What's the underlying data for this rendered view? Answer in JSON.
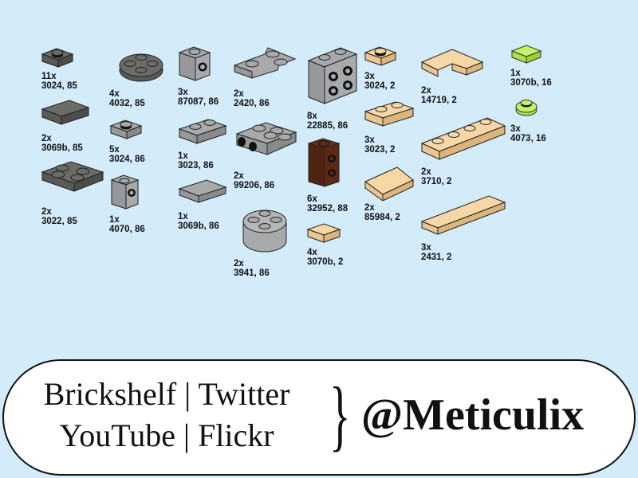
{
  "colors": {
    "background": "#d4ebfa",
    "dark_bluish_gray_85": "#6b6b67",
    "light_bluish_gray_86": "#a7a9ab",
    "tan_2": "#f6d7a6",
    "reddish_brown_88": "#5c2a14",
    "trans_bright_green_16": "#c4f26a"
  },
  "parts": [
    {
      "qty": "11x",
      "id": "3024, 85",
      "shape": "plate-1x1",
      "color": "dark_bluish_gray_85"
    },
    {
      "qty": "2x",
      "id": "3069b, 85",
      "shape": "tile-1x2",
      "color": "dark_bluish_gray_85"
    },
    {
      "qty": "2x",
      "id": "3022, 85",
      "shape": "plate-2x2",
      "color": "dark_bluish_gray_85"
    },
    {
      "qty": "4x",
      "id": "4032, 85",
      "shape": "round-plate-2x2",
      "color": "dark_bluish_gray_85"
    },
    {
      "qty": "5x",
      "id": "3024, 86",
      "shape": "plate-1x1",
      "color": "light_bluish_gray_86"
    },
    {
      "qty": "1x",
      "id": "4070, 86",
      "shape": "headlight-brick",
      "color": "light_bluish_gray_86"
    },
    {
      "qty": "3x",
      "id": "87087, 86",
      "shape": "brick-1x1-side-stud",
      "color": "light_bluish_gray_86"
    },
    {
      "qty": "1x",
      "id": "3023, 86",
      "shape": "plate-1x2",
      "color": "light_bluish_gray_86"
    },
    {
      "qty": "1x",
      "id": "3069b, 86",
      "shape": "tile-1x2",
      "color": "light_bluish_gray_86"
    },
    {
      "qty": "2x",
      "id": "2420, 86",
      "shape": "corner-plate-2x2",
      "color": "light_bluish_gray_86"
    },
    {
      "qty": "2x",
      "id": "99206, 86",
      "shape": "plate-2x2-side-studs",
      "color": "light_bluish_gray_86"
    },
    {
      "qty": "2x",
      "id": "3941, 86",
      "shape": "round-brick-2x2",
      "color": "light_bluish_gray_86"
    },
    {
      "qty": "8x",
      "id": "22885, 86",
      "shape": "brick-1x2x1.6-side-studs",
      "color": "light_bluish_gray_86"
    },
    {
      "qty": "6x",
      "id": "32952, 88",
      "shape": "brick-1x1x1.6-side-studs",
      "color": "reddish_brown_88"
    },
    {
      "qty": "4x",
      "id": "3070b, 2",
      "shape": "tile-1x1",
      "color": "tan_2"
    },
    {
      "qty": "3x",
      "id": "3024, 2",
      "shape": "plate-1x1",
      "color": "tan_2"
    },
    {
      "qty": "3x",
      "id": "3023, 2",
      "shape": "plate-1x2",
      "color": "tan_2"
    },
    {
      "qty": "2x",
      "id": "85984, 2",
      "shape": "slope-1x2",
      "color": "tan_2"
    },
    {
      "qty": "2x",
      "id": "14719, 2",
      "shape": "corner-tile-2x2",
      "color": "tan_2"
    },
    {
      "qty": "2x",
      "id": "3710, 2",
      "shape": "plate-1x4",
      "color": "tan_2"
    },
    {
      "qty": "3x",
      "id": "2431, 2",
      "shape": "tile-1x4",
      "color": "tan_2"
    },
    {
      "qty": "1x",
      "id": "3070b, 16",
      "shape": "tile-1x1",
      "color": "trans_bright_green_16"
    },
    {
      "qty": "3x",
      "id": "4073, 16",
      "shape": "round-plate-1x1",
      "color": "trans_bright_green_16"
    }
  ],
  "banner": {
    "line1": "Brickshelf | Twitter",
    "line2": "YouTube | Flickr",
    "brace": "}",
    "handle": "@Meticulix"
  }
}
